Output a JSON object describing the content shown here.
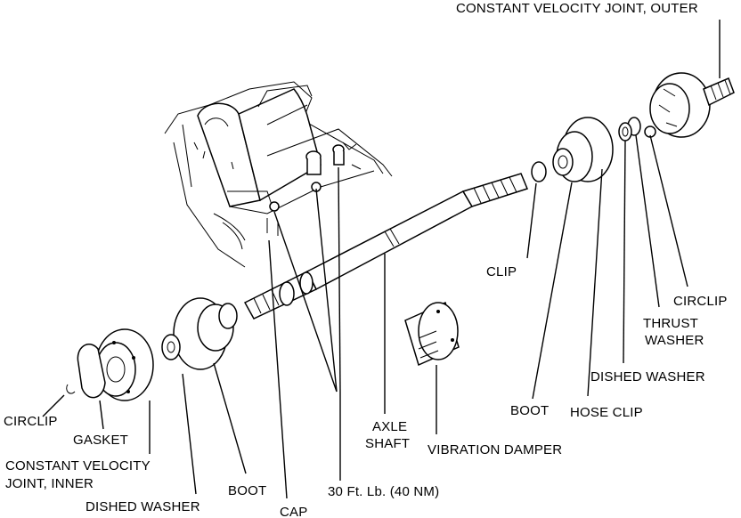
{
  "labels": {
    "cv_joint_outer": "CONSTANT VELOCITY JOINT, OUTER",
    "circlip_right": "CIRCLIP",
    "thrust_washer_1": "THRUST",
    "thrust_washer_2": "WASHER",
    "dished_washer_right": "DISHED WASHER",
    "hose_clip": "HOSE CLIP",
    "boot_right": "BOOT",
    "clip": "CLIP",
    "vibration_damper": "VIBRATION DAMPER",
    "axle_shaft_1": "AXLE",
    "axle_shaft_2": "SHAFT",
    "torque": "30 Ft. Lb. (40 NM)",
    "cap": "CAP",
    "boot_left": "BOOT",
    "dished_washer_left": "DISHED WASHER",
    "cv_joint_inner_1": "CONSTANT VELOCITY",
    "cv_joint_inner_2": "JOINT, INNER",
    "gasket": "GASKET",
    "circlip_left": "CIRCLIP"
  }
}
